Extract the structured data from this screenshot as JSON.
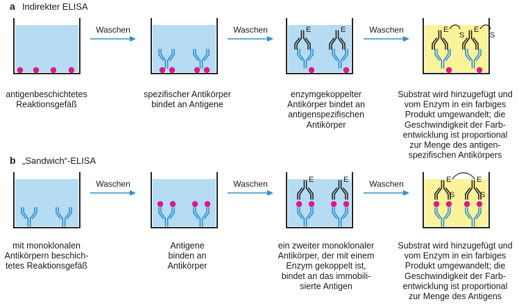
{
  "panel_a": {
    "letter": "a",
    "title": "Indirekter ELISA",
    "arrows": [
      "Waschen",
      "Waschen",
      "Waschen"
    ],
    "captions": [
      [
        "antigenbeschichtetes",
        "Reaktionsgefäß"
      ],
      [
        "spezifischer Antikörper",
        "bindet an Antigene"
      ],
      [
        "enzymgekoppelter",
        "Antikörper bindet an",
        "antigenspezifischen",
        "Antikörper"
      ],
      [
        "Substrat wird hinzugefügt und",
        "vom Enzym in ein farbiges",
        "Produkt umgewandelt; die",
        "Geschwindigkeit der Farb-",
        "entwicklung ist proportional",
        "zur Menge des antigen-",
        "spezifischen Antikörpers"
      ]
    ]
  },
  "panel_b": {
    "letter": "b",
    "title": "„Sandwich“-ELISA",
    "arrows": [
      "Waschen",
      "Waschen",
      "Waschen"
    ],
    "captions": [
      [
        "mit monoklonalen",
        "Antikörpern beschich-",
        "tetes Reaktionsgefäß"
      ],
      [
        "Antigene",
        "binden an",
        "Antikörper"
      ],
      [
        "ein zweiter monoklonaler",
        "Antikörper, der mit einem",
        "Enzym gekoppelt ist,",
        "bindet an das immobili-",
        "sierte Antigen"
      ],
      [
        "Substrat wird hinzugefügt und",
        "vom Enzym in ein farbiges",
        "Produkt umgewandelt; die",
        "Geschwindigkeit der Farb-",
        "entwicklung ist proportional",
        "zur Menge des Antigens"
      ]
    ]
  },
  "labels": {
    "enzyme": "E",
    "substrate": "S"
  },
  "colors": {
    "liquid": "#b5dcf2",
    "product": "#fbf39a",
    "antigen": "#e0168a",
    "antibody": "#2f8fd0",
    "arrow": "#2f8fd0",
    "outline": "#222222"
  }
}
